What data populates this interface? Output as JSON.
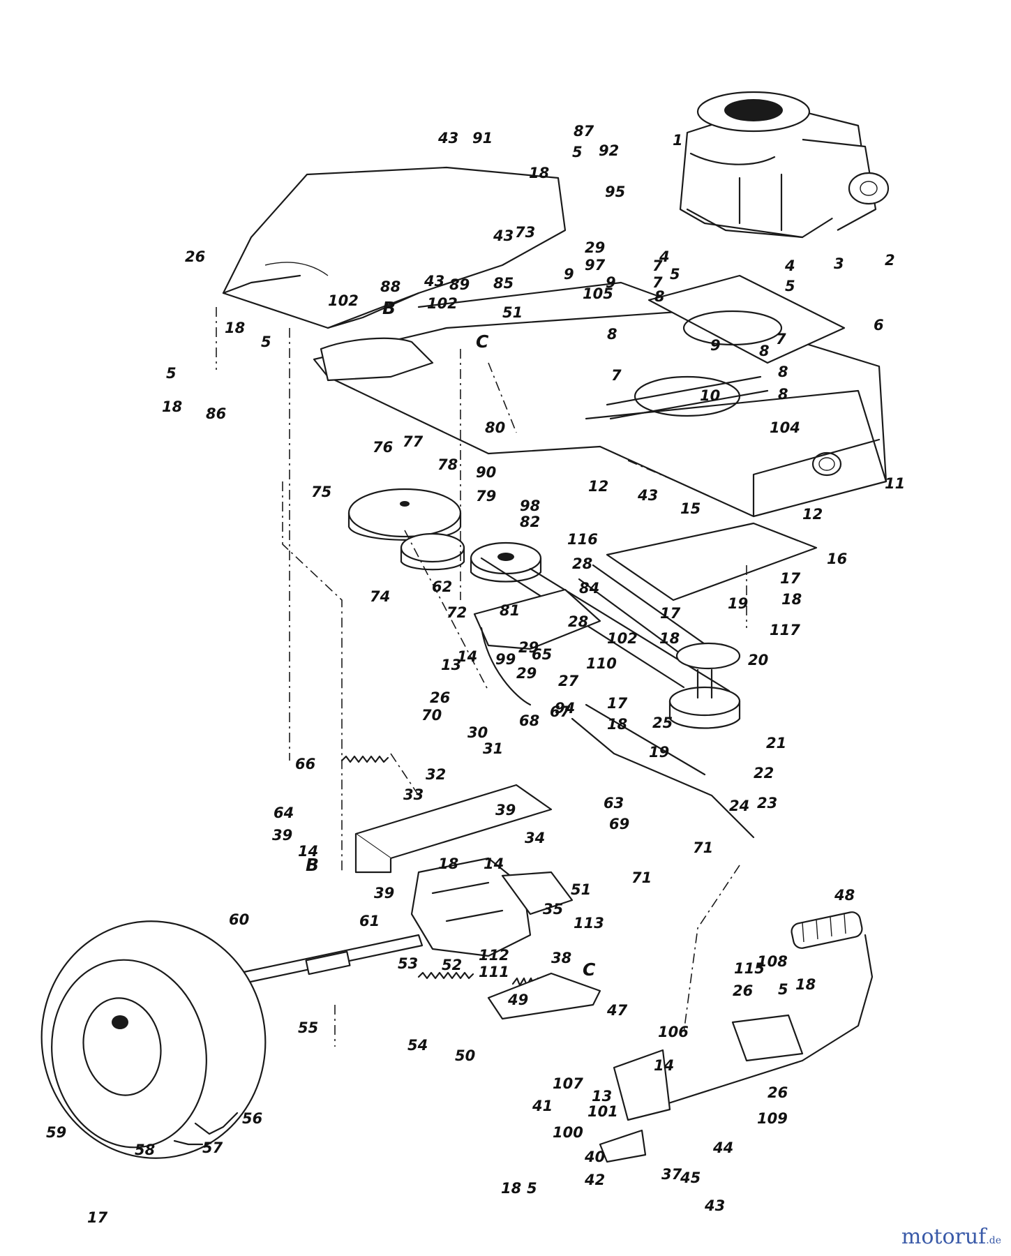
{
  "diagram": {
    "part_numbers": [
      "1",
      "2",
      "3",
      "4",
      "4",
      "5",
      "5",
      "5",
      "5",
      "5",
      "5",
      "5",
      "6",
      "7",
      "7",
      "7",
      "7",
      "8",
      "8",
      "8",
      "8",
      "8",
      "9",
      "9",
      "9",
      "10",
      "11",
      "12",
      "12",
      "13",
      "13",
      "14",
      "14",
      "14",
      "14",
      "15",
      "16",
      "17",
      "17",
      "17",
      "17",
      "18",
      "18",
      "18",
      "18",
      "18",
      "18",
      "18",
      "18",
      "18",
      "19",
      "19",
      "20",
      "21",
      "22",
      "23",
      "24",
      "25",
      "26",
      "26",
      "26",
      "26",
      "27",
      "28",
      "28",
      "29",
      "29",
      "29",
      "30",
      "31",
      "32",
      "33",
      "34",
      "35",
      "37",
      "38",
      "39",
      "39",
      "39",
      "40",
      "41",
      "42",
      "43",
      "43",
      "43",
      "43",
      "43",
      "44",
      "45",
      "47",
      "48",
      "49",
      "50",
      "51",
      "51",
      "52",
      "53",
      "54",
      "55",
      "56",
      "57",
      "58",
      "59",
      "60",
      "61",
      "62",
      "63",
      "64",
      "65",
      "66",
      "67",
      "68",
      "69",
      "70",
      "71",
      "71",
      "72",
      "73",
      "74",
      "75",
      "76",
      "77",
      "78",
      "79",
      "80",
      "81",
      "82",
      "84",
      "85",
      "86",
      "87",
      "88",
      "89",
      "90",
      "91",
      "92",
      "94",
      "95",
      "97",
      "98",
      "99",
      "100",
      "101",
      "102",
      "102",
      "102",
      "104",
      "105",
      "106",
      "107",
      "108",
      "109",
      "110",
      "111",
      "112",
      "113",
      "115",
      "116",
      "117"
    ],
    "reference_letters": [
      "B",
      "B",
      "C",
      "C"
    ],
    "leader_style": "dashed",
    "line_color": "#1a1a1a"
  },
  "watermark": {
    "text": "motoruf",
    "tld": ".de",
    "color": "#3a5aa8"
  }
}
